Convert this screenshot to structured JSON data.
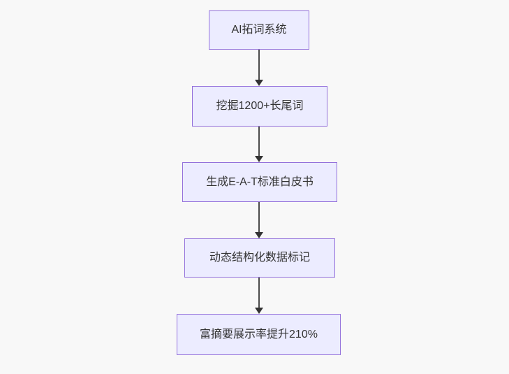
{
  "diagram": {
    "type": "flowchart",
    "direction": "top-down",
    "nodes": [
      {
        "id": "node-1",
        "label": "AI拓词系统"
      },
      {
        "id": "node-2",
        "label": "挖掘1200+长尾词"
      },
      {
        "id": "node-3",
        "label": "生成E-A-T标准白皮书"
      },
      {
        "id": "node-4",
        "label": "动态结构化数据标记"
      },
      {
        "id": "node-5",
        "label": "富摘要展示率提升210%"
      }
    ],
    "edges": [
      {
        "from": "AI拓词系统",
        "to": "挖掘1200+长尾词",
        "style": "arrow-down"
      },
      {
        "from": "挖掘1200+长尾词",
        "to": "生成E-A-T标准白皮书",
        "style": "arrow-down"
      },
      {
        "from": "生成E-A-T标准白皮书",
        "to": "动态结构化数据标记",
        "style": "arrow-down"
      },
      {
        "from": "动态结构化数据标记",
        "to": "富摘要展示率提升210%",
        "style": "arrow-down"
      }
    ],
    "colors": {
      "node_fill": "#ECECFF",
      "node_border": "#9370DB",
      "edge": "#4b4b4b",
      "arrowhead": "#333333",
      "text": "#333333",
      "background": "#f8f8f8"
    }
  }
}
